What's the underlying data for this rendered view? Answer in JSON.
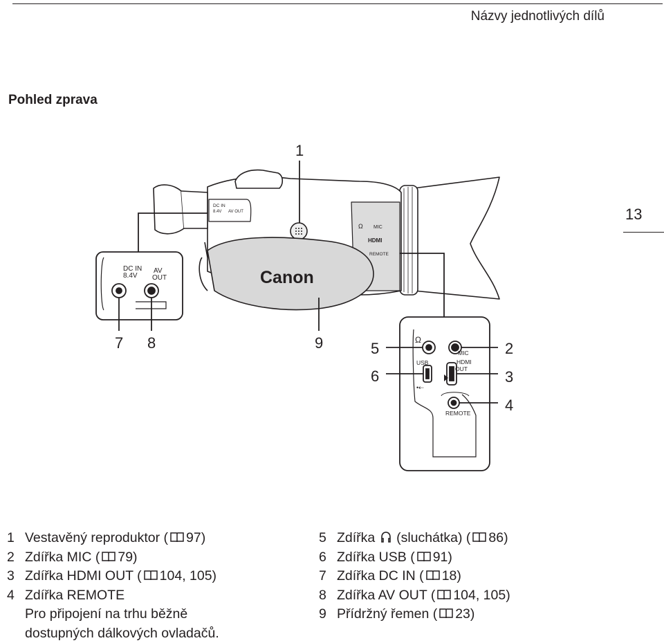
{
  "header": {
    "title": "Názvy jednotlivých dílů"
  },
  "page_number": "13",
  "section": {
    "title": "Pohled zprava"
  },
  "figure": {
    "brand": "Canon",
    "callouts": [
      "1",
      "2",
      "3",
      "4",
      "5",
      "6",
      "7",
      "8",
      "9"
    ],
    "labels": {
      "dc_in": "DC IN",
      "voltage": "8.4V",
      "av": "AV",
      "out": "OUT",
      "av_out": "AV OUT",
      "mic": "MIC",
      "hdmi": "HDMI",
      "hdmi_logo": "HDMI",
      "remote": "REMOTE",
      "usb": "USB"
    }
  },
  "legend": {
    "left": [
      {
        "num": "1",
        "pre": "Vestavěný reproduktor (",
        "ref": "97)"
      },
      {
        "num": "2",
        "pre": "Zdířka MIC (",
        "ref": "79)"
      },
      {
        "num": "3",
        "pre": "Zdířka HDMI OUT (",
        "ref": "104, 105)"
      },
      {
        "num": "4",
        "pre": "Zdířka REMOTE"
      },
      {
        "line": "Pro připojení na trhu běžně"
      },
      {
        "line": "dostupných dálkových ovladačů."
      }
    ],
    "right": [
      {
        "num": "5",
        "pre": "Zdířka",
        "mid": "(sluchátka) (",
        "ref": "86)"
      },
      {
        "num": "6",
        "pre": "Zdířka USB (",
        "ref": "91)"
      },
      {
        "num": "7",
        "pre": "Zdířka DC IN (",
        "ref": "18)"
      },
      {
        "num": "8",
        "pre": "Zdířka AV OUT (",
        "ref": "104, 105)"
      },
      {
        "num": "9",
        "pre": "Přídržný řemen (",
        "ref": "23)"
      }
    ]
  }
}
